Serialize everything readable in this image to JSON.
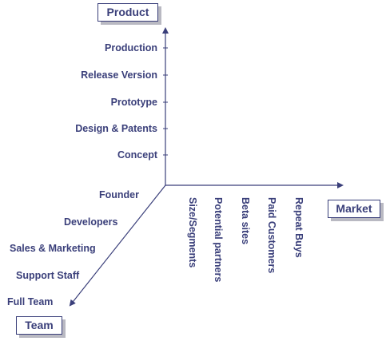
{
  "axes": {
    "product": "Product",
    "market": "Market",
    "team": "Team"
  },
  "product_levels": [
    "Production",
    "Release Version",
    "Prototype",
    "Design & Patents",
    "Concept"
  ],
  "market_levels": [
    "Size/Segments",
    "Potential partners",
    "Beta sites",
    "Paid Customers",
    "Repeat Buys"
  ],
  "team_levels": [
    "Founder",
    "Developers",
    "Sales & Marketing",
    "Support Staff",
    "Full Team"
  ],
  "colors": {
    "text": "#3a3f7a",
    "axis": "#3a3f7a",
    "shadow": "#b9b9c2"
  }
}
